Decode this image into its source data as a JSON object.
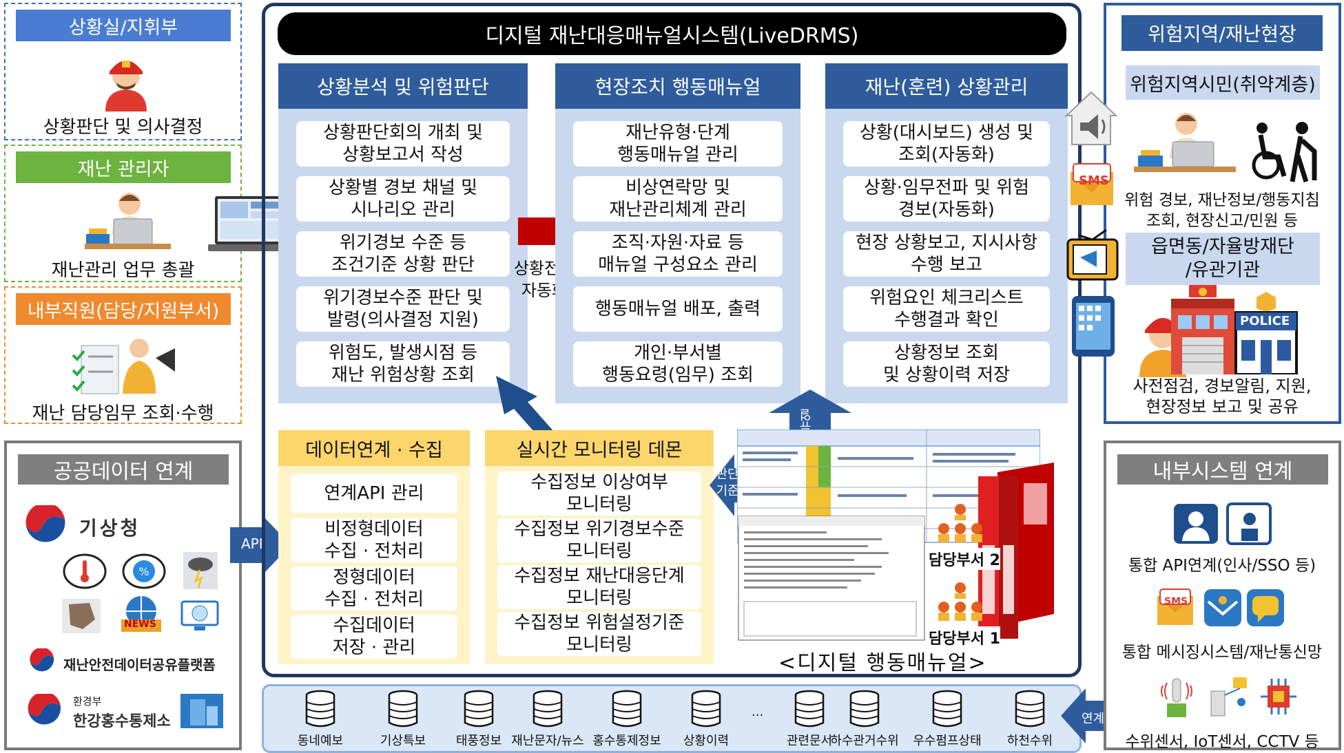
{
  "left": {
    "situation_room": {
      "title": "상황실/지휘부",
      "desc": "상황판단 및 의사결정"
    },
    "disaster_manager": {
      "title": "재난 관리자",
      "desc": "재난관리 업무 총괄"
    },
    "internal_staff": {
      "title": "내부직원(담당/지원부서)",
      "desc": "재난 담당임무 조회·수행"
    },
    "public_data": {
      "title": "공공데이터 연계",
      "kma": "기상청",
      "news": "NEWS",
      "platform": "재난안전데이터공유플랫폼",
      "ministry": "환경부",
      "flood_office": "한강홍수통제소"
    }
  },
  "main": {
    "title": "디지털 재난대응매뉴얼시스템(LiveDRMS)",
    "col1": {
      "title": "상황분석 및 위험판단",
      "items": [
        "상황판단회의 개최 및\n상황보고서 작성",
        "상황별 경보 채널 및\n시나리오 관리",
        "위기경보 수준 등\n조건기준 상황 판단",
        "위기경보수준 판단 및\n발령(의사결정 지원)",
        "위험도, 발생시점 등\n재난 위험상황 조회"
      ]
    },
    "arrow_label": "상황전개\n자동화",
    "col2": {
      "title": "현장조치 행동매뉴얼",
      "items": [
        "재난유형·단계\n행동매뉴얼 관리",
        "비상연락망 및\n재난관리체계 관리",
        "조직·자원·자료 등\n매뉴얼 구성요소 관리",
        "행동매뉴얼 배포, 출력",
        "개인·부서별\n행동요령(임무) 조회"
      ]
    },
    "col3": {
      "title": "재난(훈련) 상황관리",
      "items": [
        "상황(대시보드) 생성 및\n조회(자동화)",
        "상황·임무전파 및 위험\n경보(자동화)",
        "현장 상황보고, 지시사항\n수행 보고",
        "위험요인 체크리스트\n수행결과 확인",
        "상황정보 조회\n및 상황이력 저장"
      ]
    },
    "data_col": {
      "title": "데이터연계 · 수집",
      "items": [
        "연계API 관리",
        "비정형데이터\n수집 · 전처리",
        "정형데이터\n수집 · 전처리",
        "수집데이터\n저장 · 관리"
      ]
    },
    "monitor_col": {
      "title": "실시간 모니터링 데몬",
      "items": [
        "수집정보 이상여부\n모니터링",
        "수집정보 위기경보수준\n모니터링",
        "수집정보 재난대응단계\n모니터링",
        "수집정보 위험설정기준\n모니터링"
      ]
    },
    "api_label": "API",
    "criteria_label": "판단\n기준",
    "manual_label": "매뉴얼",
    "dept2": "담당부서 2",
    "dept1": "담당부서 1",
    "digital_manual": "<디지털 행동매뉴얼>"
  },
  "databases": {
    "items": [
      "동네예보",
      "기상특보",
      "태풍정보",
      "재난문자/뉴스",
      "홍수통제정보",
      "상황이력",
      "...",
      "관련문서",
      "하수관거수위",
      "우수펌프상태",
      "하천수위"
    ],
    "link_label": "연계"
  },
  "right": {
    "risk_area": {
      "title": "위험지역/재난현장",
      "citizens": "위험지역시민(취약계층)",
      "citizens_desc": "위험 경보, 재난정보/행동지침\n조회, 현장신고/민원 등",
      "sms": "SMS",
      "org": "읍면동/자율방재단\n/유관기관",
      "police": "POLICE",
      "org_desc": "사전점검, 경보알림, 지원,\n현장정보 보고 및 공유"
    },
    "internal_sys": {
      "title": "내부시스템 연계",
      "api": "통합 API연계(인사/SSO 등)",
      "sms": "SMS",
      "messaging": "통합 메시징시스템/재난통신망",
      "sensors": "수위센서, IoT센서, CCTV 등"
    }
  },
  "colors": {
    "navy": "#1f3864",
    "blue": "#2e5c9c",
    "light_blue": "#c9d7ef",
    "yellow": "#fcd56b",
    "orange": "#f08a2e",
    "green": "#6db33f",
    "red": "#c00000"
  }
}
